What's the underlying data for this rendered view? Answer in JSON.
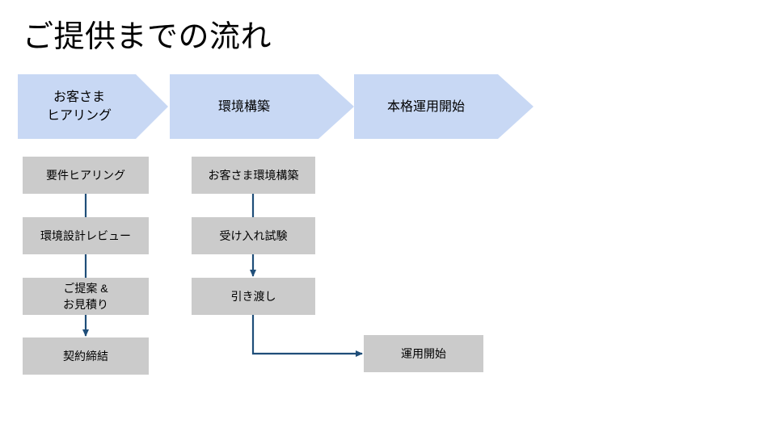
{
  "slide": {
    "title": "ご提供までの流れ",
    "background_color": "#ffffff"
  },
  "theme": {
    "chevron_fill": "#c8d8f4",
    "box_fill": "#cbcbcb",
    "connector_color": "#1f4e79",
    "text_color": "#000000"
  },
  "phase_band": {
    "type": "chevron-process",
    "items": [
      {
        "label": "お客さま\nヒアリング"
      },
      {
        "label": "環境構築"
      },
      {
        "label": "本格運用開始"
      }
    ]
  },
  "flow": {
    "columns": [
      {
        "name": "customer-hearing-column",
        "steps": [
          {
            "label": "要件ヒアリング"
          },
          {
            "label": "環境設計レビュー"
          },
          {
            "label": "ご提案 &\nお見積り"
          },
          {
            "label": "契約締結"
          }
        ]
      },
      {
        "name": "environment-build-column",
        "steps": [
          {
            "label": "お客さま環境構築"
          },
          {
            "label": "受け入れ試験"
          },
          {
            "label": "引き渡し"
          }
        ]
      },
      {
        "name": "operation-start-column",
        "steps": [
          {
            "label": "運用開始"
          }
        ]
      }
    ],
    "connectors": [
      {
        "name": "a1-to-a2",
        "arrowhead": false
      },
      {
        "name": "a2-to-a3",
        "arrowhead": false
      },
      {
        "name": "a3-to-a4",
        "arrowhead": true
      },
      {
        "name": "b1-to-b2",
        "arrowhead": false
      },
      {
        "name": "b2-to-b3",
        "arrowhead": true
      },
      {
        "name": "b3-to-c1",
        "arrowhead": true,
        "shape": "elbow-down-right"
      }
    ]
  }
}
